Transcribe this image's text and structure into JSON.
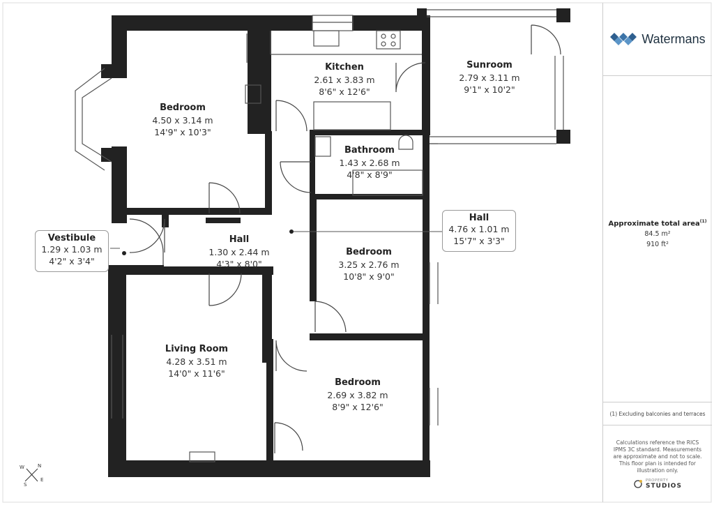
{
  "brand": {
    "name": "Watermans",
    "icon": "diamond-logo-icon",
    "color": "#3c74a8"
  },
  "rooms": [
    {
      "name": "Bedroom",
      "metric": "4.50 x 3.14 m",
      "imperial": "14'9\" x 10'3\""
    },
    {
      "name": "Kitchen",
      "metric": "2.61 x 3.83 m",
      "imperial": "8'6\" x 12'6\""
    },
    {
      "name": "Sunroom",
      "metric": "2.79 x 3.11 m",
      "imperial": "9'1\" x 10'2\""
    },
    {
      "name": "Bathroom",
      "metric": "1.43 x 2.68 m",
      "imperial": "4'8\" x 8'9\""
    },
    {
      "name": "Hall",
      "metric": "1.30 x 2.44 m",
      "imperial": "4'3\" x 8'0\""
    },
    {
      "name": "Bedroom",
      "metric": "3.25 x 2.76 m",
      "imperial": "10'8\" x 9'0\""
    },
    {
      "name": "Living Room",
      "metric": "4.28 x 3.51 m",
      "imperial": "14'0\" x 11'6\""
    },
    {
      "name": "Bedroom",
      "metric": "2.69 x 3.82 m",
      "imperial": "8'9\" x 12'6\""
    }
  ],
  "callouts": [
    {
      "name": "Vestibule",
      "metric": "1.29 x 1.03 m",
      "imperial": "4'2\" x 3'4\""
    },
    {
      "name": "Hall",
      "metric": "4.76 x 1.01 m",
      "imperial": "15'7\" x 3'3\""
    }
  ],
  "area": {
    "title": "Approximate total area",
    "note_mark": "(1)",
    "metric": "84.5 m²",
    "imperial": "910 ft²"
  },
  "footnote": "(1) Excluding balconies and terraces",
  "disclaimer": "Calculations reference the RICS IPMS 3C standard. Measurements are approximate and not to scale. This floor plan is intended for illustration only.",
  "producer": {
    "small": "PROPERTY",
    "big": "STUDIOS"
  },
  "compass": {
    "n": "N",
    "e": "E",
    "s": "S",
    "w": "W"
  },
  "colors": {
    "wall": "#222222",
    "line": "#666666",
    "accent": "#3c74a8"
  }
}
